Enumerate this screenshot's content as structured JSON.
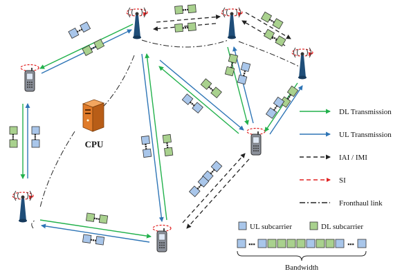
{
  "labels": {
    "cpu": "CPU",
    "bandwidth": "Bandwidth",
    "ul_subcarrier": "UL subcarrier",
    "dl_subcarrier": "DL subcarrier"
  },
  "legend": [
    {
      "key": "dl",
      "label": "DL Transmission",
      "color": "#22b14c",
      "style": "solid"
    },
    {
      "key": "ul",
      "label": "UL Transmission",
      "color": "#2e75b6",
      "style": "solid"
    },
    {
      "key": "iai",
      "label": "IAI / IMI",
      "color": "#222222",
      "style": "dashed"
    },
    {
      "key": "si",
      "label": "SI",
      "color": "#e02020",
      "style": "dashed"
    },
    {
      "key": "fronthaul",
      "label": "Fronthaul link",
      "color": "#222222",
      "style": "dashdot"
    }
  ],
  "colors": {
    "ul_block": "#a9c6ea",
    "dl_block": "#a9d18e",
    "block_border": "#333333",
    "antenna_body": "#1f4e79",
    "cpu_body": "#e07b2a"
  },
  "icons": {
    "access_point": "access-point-antenna-icon",
    "phone": "mobile-phone-icon",
    "cpu": "server-tower-icon"
  }
}
